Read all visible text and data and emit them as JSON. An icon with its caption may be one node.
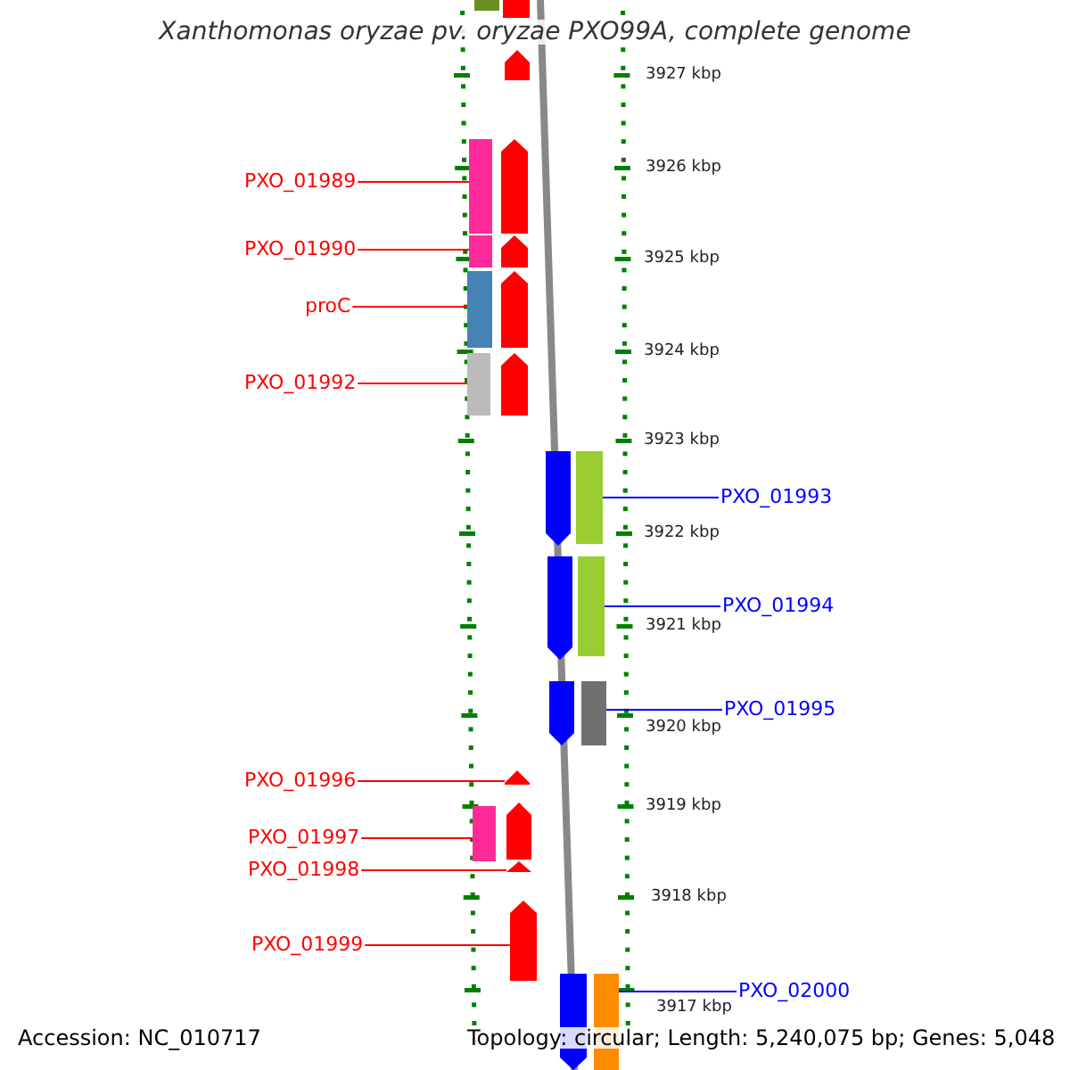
{
  "diagram": {
    "title": "Xanthomonas oryzae pv. oryzae PXO99A, complete genome",
    "nodes": [
      {
        "text": [
          "PXO_01989"
        ]
      },
      {
        "text": [
          "PXO_01990"
        ]
      },
      {
        "text": [
          "proC"
        ]
      },
      {
        "text": [
          "PXO_01992"
        ]
      },
      {
        "text": [
          "PXO_01996"
        ]
      },
      {
        "text": [
          "PXO_01997"
        ]
      },
      {
        "text": [
          "PXO_01998"
        ]
      },
      {
        "text": [
          "PXO_01999"
        ]
      },
      {
        "text": [
          "PXO_01993"
        ]
      },
      {
        "text": [
          "PXO_01994"
        ]
      },
      {
        "text": [
          "PXO_01995"
        ]
      },
      {
        "text": [
          "PXO_02000"
        ]
      },
      {
        "text": [],
        "shape": "arrow"
      },
      {
        "text": [],
        "shape": "arrow"
      },
      {
        "text": [],
        "shape": "arrow"
      },
      {
        "text": [],
        "shape": "arrow"
      },
      {
        "text": [],
        "shape": "arrow"
      },
      {
        "text": [],
        "shape": "arrow"
      },
      {
        "text": [],
        "shape": "arrow"
      },
      {
        "text": [],
        "shape": "arrow"
      },
      {
        "text": [],
        "shape": "arrow"
      },
      {
        "text": [],
        "shape": "arrow"
      },
      {
        "text": [],
        "shape": "arrow"
      },
      {
        "text": [],
        "shape": "arrow"
      },
      {
        "text": [],
        "shape": "arrow"
      },
      {
        "text": [],
        "shape": "arrow"
      }
    ],
    "edges": [
      {
        "from": 0,
        "to": 12,
        "arrow": "none"
      },
      {
        "from": 1,
        "to": 13,
        "arrow": "none"
      },
      {
        "from": 2,
        "to": 14,
        "arrow": "none"
      },
      {
        "from": 3,
        "to": 15,
        "arrow": "none"
      },
      {
        "from": 4,
        "to": 16,
        "arrow": "none"
      },
      {
        "from": 5,
        "to": 17,
        "arrow": "none"
      },
      {
        "from": 6,
        "to": 18,
        "arrow": "none"
      },
      {
        "from": 7,
        "to": 19,
        "arrow": "none"
      },
      {
        "from": 8,
        "to": 20,
        "arrow": "none",
        "color": "#0000ff"
      },
      {
        "from": 9,
        "to": 21,
        "arrow": "none",
        "color": "#0000ff"
      },
      {
        "from": 10,
        "to": 22,
        "arrow": "none",
        "color": "#0000ff"
      },
      {
        "from": 11,
        "to": 23,
        "arrow": "none",
        "color": "#0000ff"
      }
    ],
    "labels": [
      "3927 kbp",
      "3926 kbp",
      "3925 kbp",
      "3924 kbp",
      "3923 kbp",
      "3922 kbp",
      "3921 kbp",
      "3920 kbp",
      "3919 kbp",
      "3918 kbp",
      "3917 kbp",
      "Accession: NC_010717",
      "Topology: circular; Length: 5,240,075 bp; Genes: 5,048"
    ]
  }
}
